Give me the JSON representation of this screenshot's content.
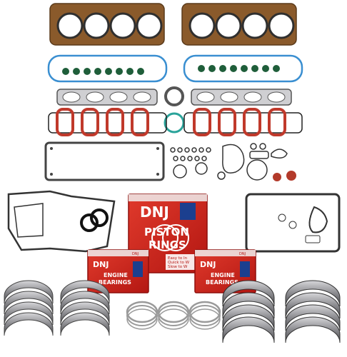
{
  "brand": "DNJ",
  "piston_box": {
    "brand": "DNJ",
    "line1": "PISTON",
    "line2": "RINGS",
    "tagline": [
      "Easy to In",
      "Quick to W",
      "Slow to W"
    ]
  },
  "bearing_box_left": {
    "brand": "DNJ",
    "line1": "ENGINE",
    "line2": "BEARINGS",
    "side": "DNJ"
  },
  "bearing_box_right": {
    "brand": "DNJ",
    "line1": "ENGINE",
    "line2": "BEARINGS",
    "side": "DNJ"
  },
  "colors": {
    "gasket_copper": "#8a5a2b",
    "gasket_graphite": "#2f2f2f",
    "seal_blue": "#3a8fd1",
    "seal_teal": "#2aa39a",
    "intake_red": "#c0392b",
    "box_red": "#d9231f",
    "bearing_gray": "#7d7d80",
    "ring_silver": "#b8b8b8"
  }
}
